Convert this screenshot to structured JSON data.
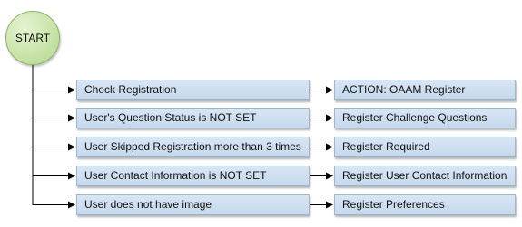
{
  "start": {
    "label": "START"
  },
  "rows": [
    {
      "condition": "Check Registration",
      "action": "ACTION: OAAM Register"
    },
    {
      "condition": "User's Question Status is NOT SET",
      "action": "Register Challenge Questions"
    },
    {
      "condition": "User Skipped Registration more than 3 times",
      "action": "Register Required"
    },
    {
      "condition": "User Contact Information is NOT SET",
      "action": "Register User Contact Information"
    },
    {
      "condition": "User does not have image",
      "action": "Register Preferences"
    }
  ]
}
